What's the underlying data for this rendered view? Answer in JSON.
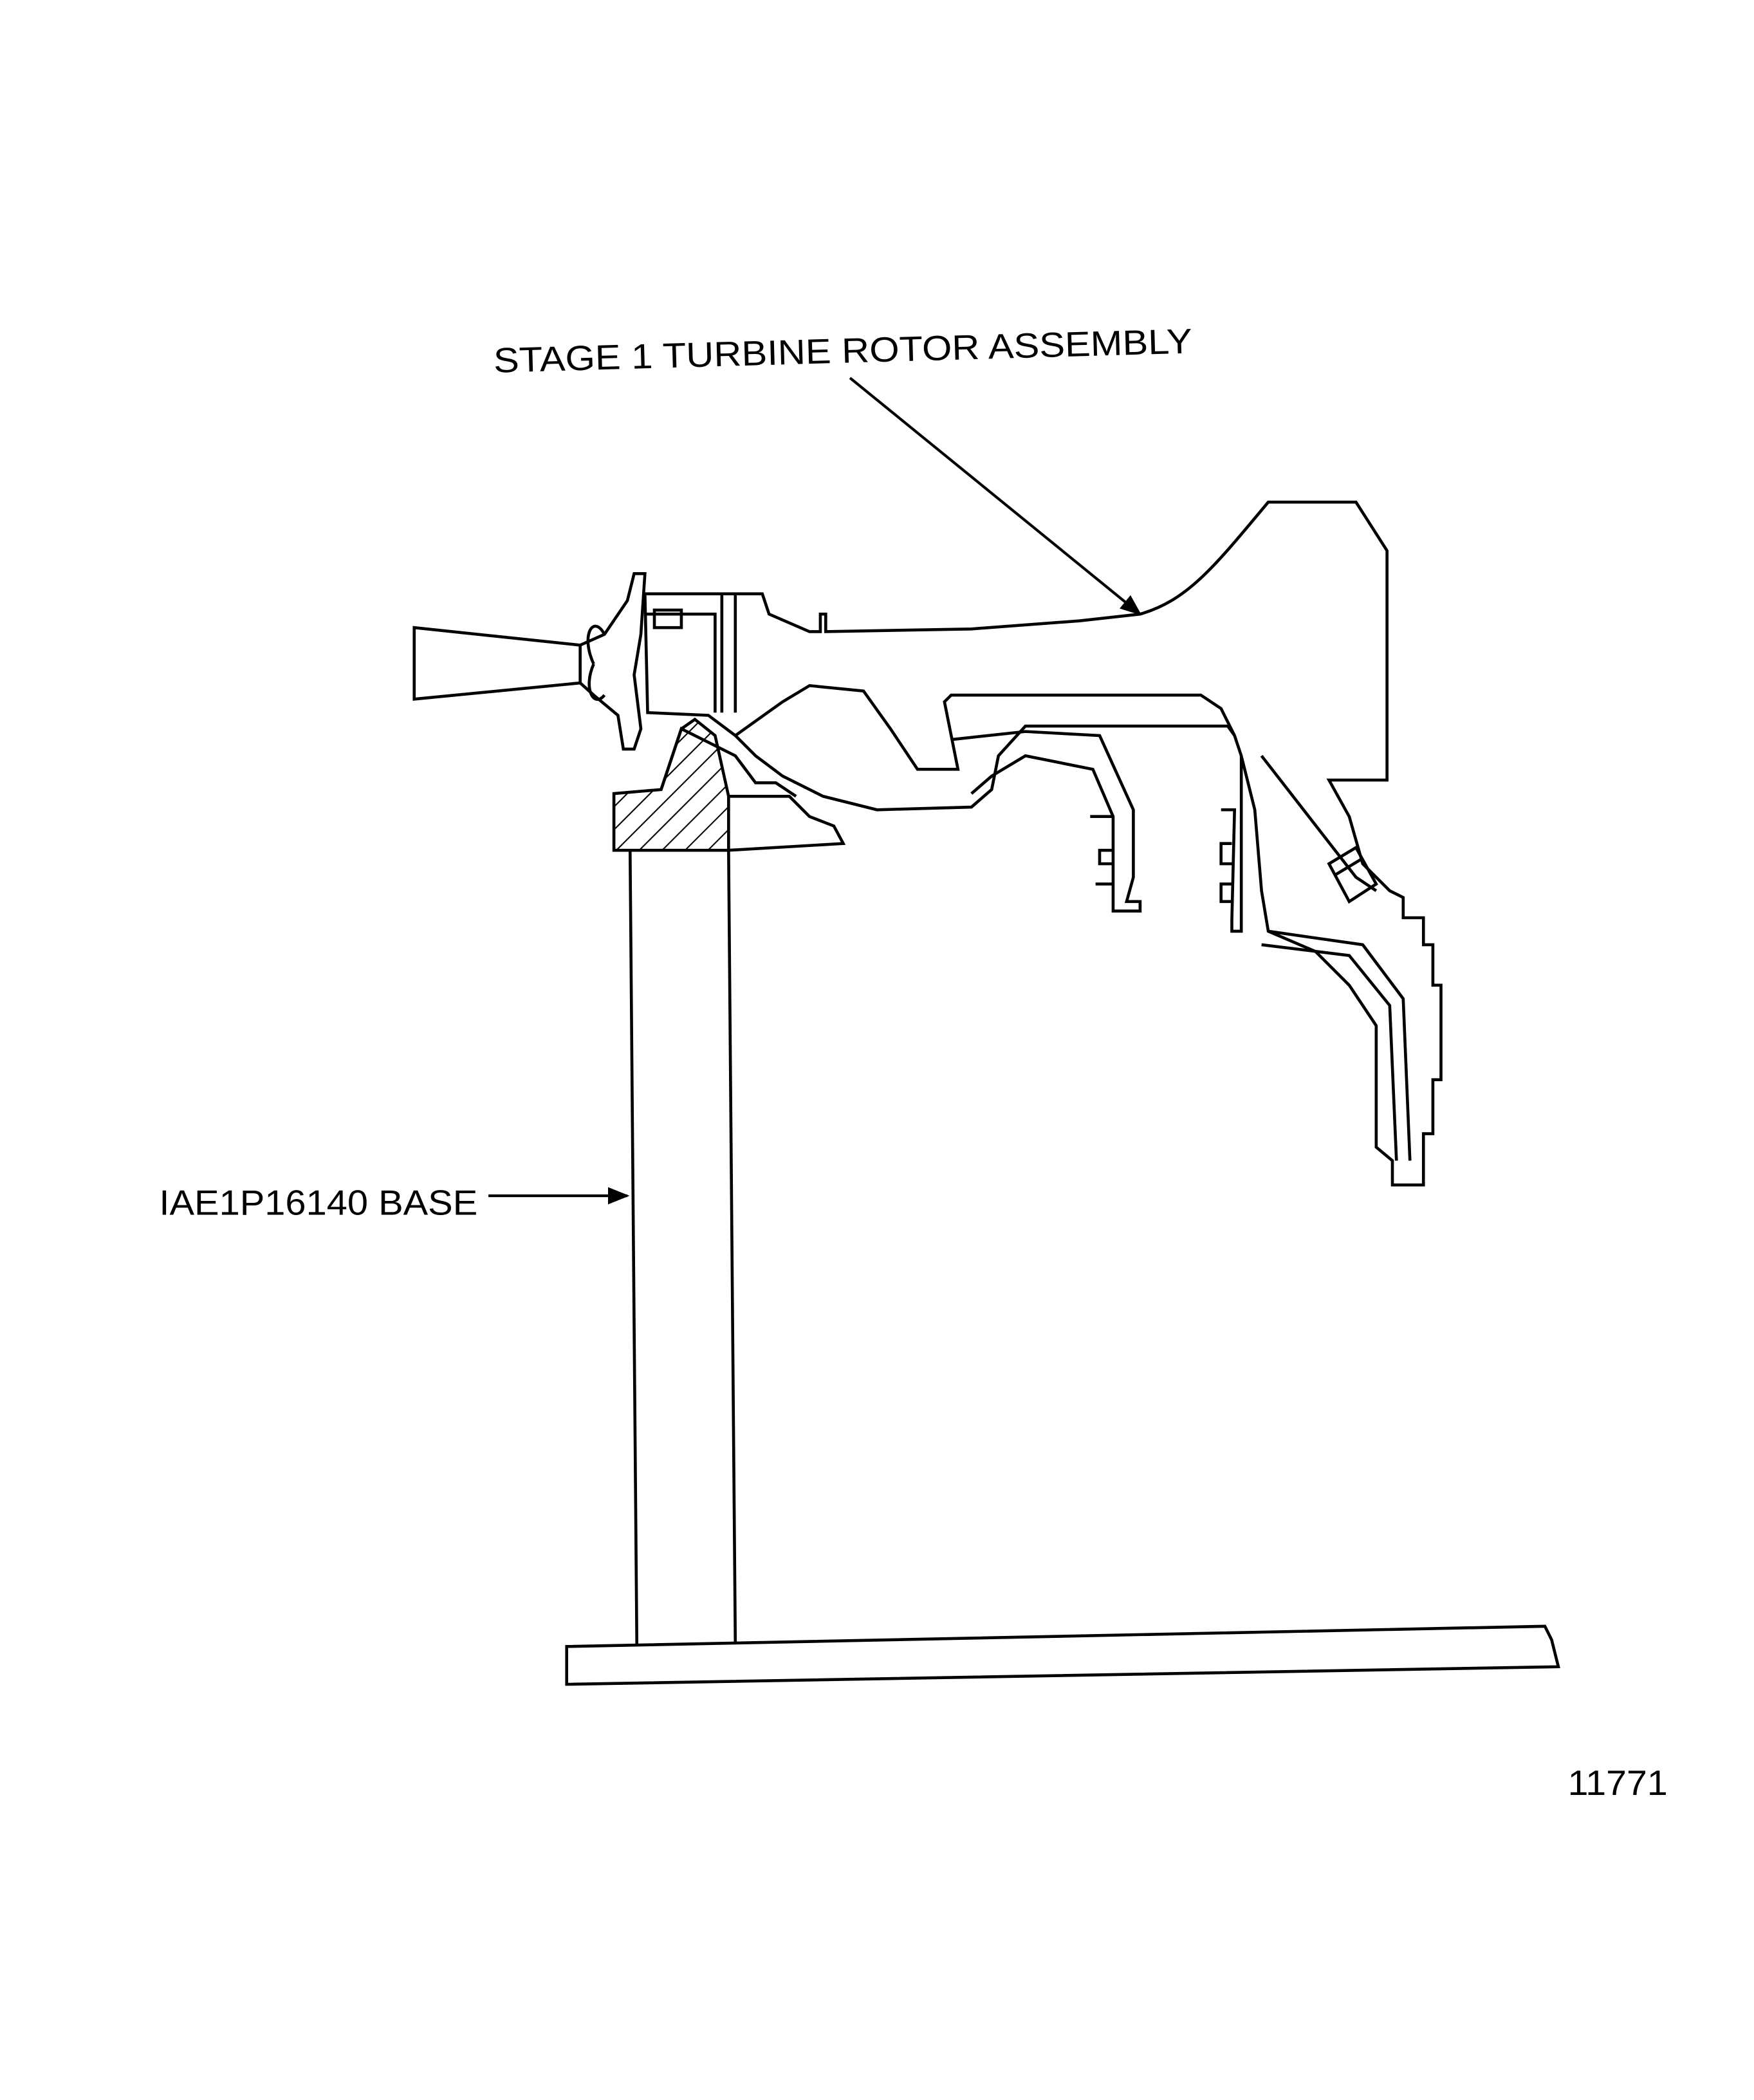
{
  "labels": {
    "rotor": "STAGE 1 TURBINE ROTOR ASSEMBLY",
    "base": "IAE1P16140 BASE",
    "figure_number": "11771"
  },
  "colors": {
    "ink": "#000000",
    "paper": "#ffffff"
  }
}
